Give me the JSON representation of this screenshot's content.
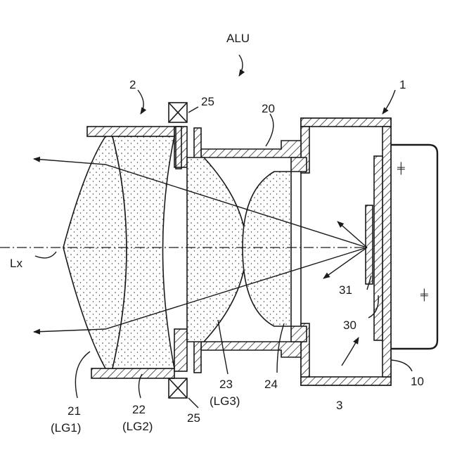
{
  "labels": {
    "assembly": "ALU",
    "lens_unit": "2",
    "housing": "1",
    "holder": "20",
    "ring_top": "25",
    "ring_bottom": "25",
    "axis": "Lx",
    "led": "31",
    "board": "30",
    "base": "10",
    "light_source": "3",
    "lens21": "21",
    "lens21_group": "(LG1)",
    "lens22": "22",
    "lens22_group": "(LG2)",
    "lens23": "23",
    "lens23_group": "(LG3)",
    "lens24": "24"
  }
}
